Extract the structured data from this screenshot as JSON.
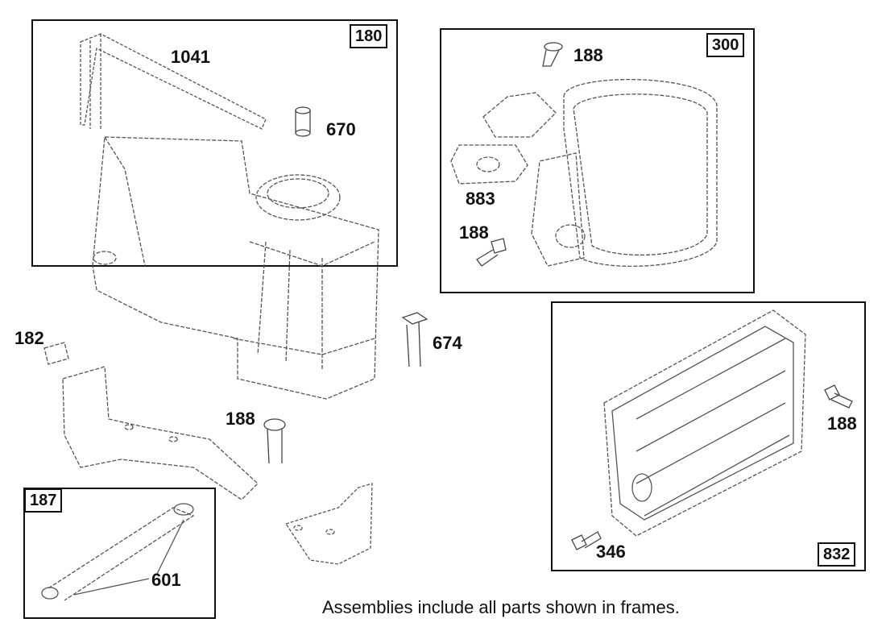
{
  "frames": {
    "f180": "180",
    "f300": "300",
    "f832": "832",
    "f187": "187"
  },
  "parts": {
    "p1041": "1041",
    "p670": "670",
    "p188_top": "188",
    "p883": "883",
    "p188_mid": "188",
    "p182": "182",
    "p674": "674",
    "p188_center": "188",
    "p188_right": "188",
    "p346": "346",
    "p601": "601"
  },
  "footnote": "Assemblies include all parts shown in frames."
}
